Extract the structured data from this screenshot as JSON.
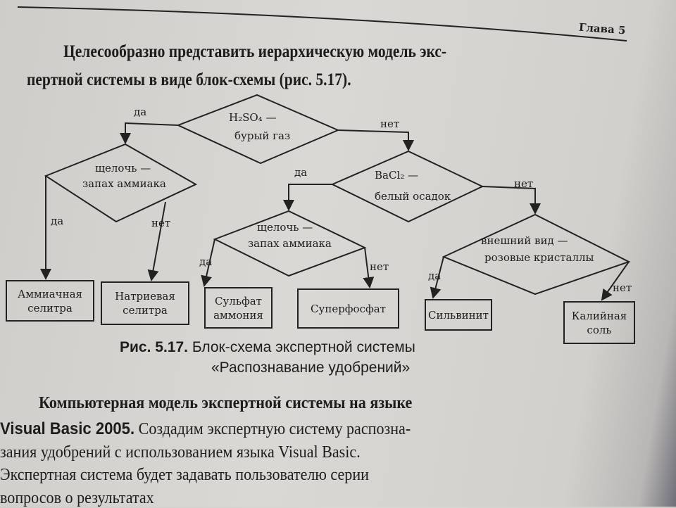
{
  "header": {
    "chapter": "Глава 5"
  },
  "intro": [
    "Целесообразно представить иерархическую модель экс-",
    "пертной системы в  виде блок-схемы (рис. 5.17)."
  ],
  "diagram": {
    "d1": [
      "H₂SO₄ —",
      "бурый газ"
    ],
    "d2": [
      "щелочь —",
      "запах аммиака"
    ],
    "d3": [
      "BaCl₂ —",
      "белый осадок"
    ],
    "d4": [
      "щелочь —",
      "запах аммиака"
    ],
    "d5": [
      "внешний вид —",
      "розовые кристаллы"
    ],
    "yes": "да",
    "no": "нет",
    "results": [
      "Аммиачная селитра",
      "Натриевая селитра",
      "Сульфат аммония",
      "Суперфосфат",
      "Сильвинит",
      "Калийная соль"
    ]
  },
  "caption": {
    "label": "Рис. 5.17.",
    "line1": "Блок-схема экспертной системы",
    "line2": "«Распознавание удобрений»"
  },
  "section": {
    "heading1": "Компьютерная модель экспертной системы на языке",
    "heading2": "Visual Basic 2005.",
    "lines": [
      "Создадим экспертную систему распозна-",
      "зания удобрений с использованием языка Visual Basic.",
      "Экспертная  система будет  задавать пользователю серии",
      "вопросов о результатах"
    ]
  }
}
